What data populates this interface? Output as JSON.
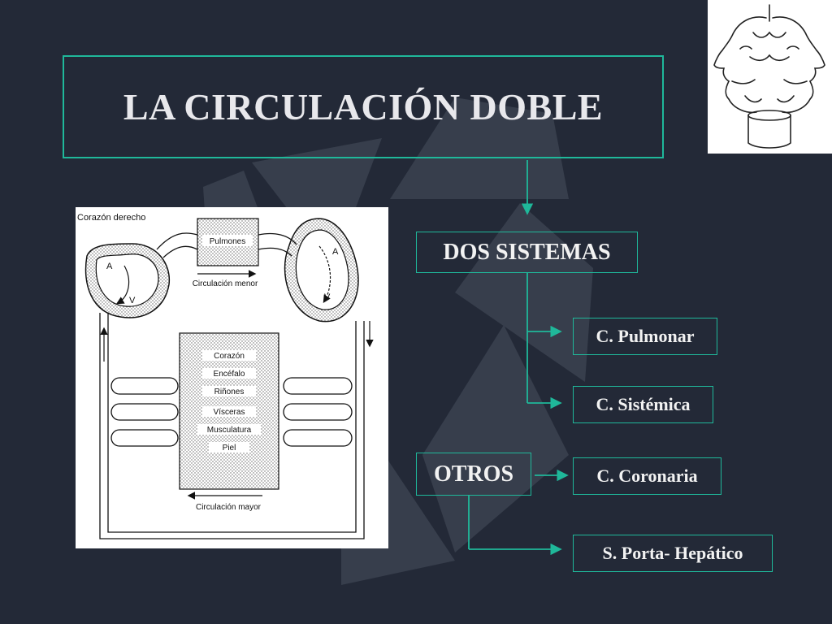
{
  "title": "LA CIRCULACIÓN DOBLE",
  "systems": {
    "dos_sistemas": "DOS SISTEMAS",
    "pulmonar": "C. Pulmonar",
    "sistemica": "C. Sistémica",
    "otros": "OTROS",
    "coronaria": "C. Coronaria",
    "porta": "S. Porta- Hepático"
  },
  "diagram": {
    "right_heart_label": "Corazón derecho",
    "lungs": "Pulmones",
    "minor_circulation": "Circulación menor",
    "major_circulation": "Circulación mayor",
    "atrium_left": "A",
    "atrium_right": "A",
    "ventricle_left": "V",
    "ventricle_right": "V",
    "organs": [
      "Corazón",
      "Encéfalo",
      "Riñones",
      "Vísceras",
      "Musculatura",
      "Piel"
    ]
  },
  "colors": {
    "background": "#232937",
    "accent": "#1fb89a",
    "title_text": "#e8e8ec"
  },
  "icons": [
    "janus-head-image"
  ]
}
